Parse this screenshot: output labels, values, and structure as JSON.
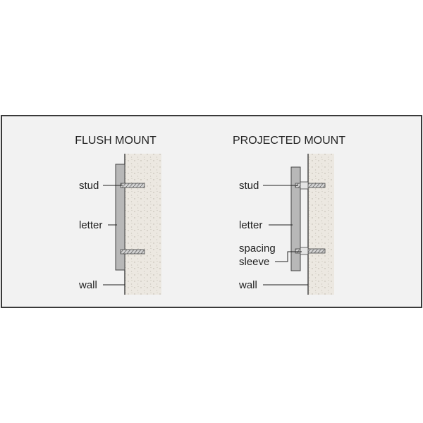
{
  "flush": {
    "title": "FLUSH MOUNT",
    "labels": {
      "stud": "stud",
      "letter": "letter",
      "wall": "wall"
    }
  },
  "projected": {
    "title": "PROJECTED MOUNT",
    "labels": {
      "stud": "stud",
      "letter": "letter",
      "spacing": "spacing",
      "sleeve": "sleeve",
      "wall": "wall"
    }
  },
  "colors": {
    "frame_border": "#3a3a3a",
    "panel_bg": "#f2f2f2",
    "wall_fill": "#ece8e1",
    "letter_fill": "#b8b8b8",
    "stud_fill": "#c8c8c8",
    "line": "#222222"
  }
}
